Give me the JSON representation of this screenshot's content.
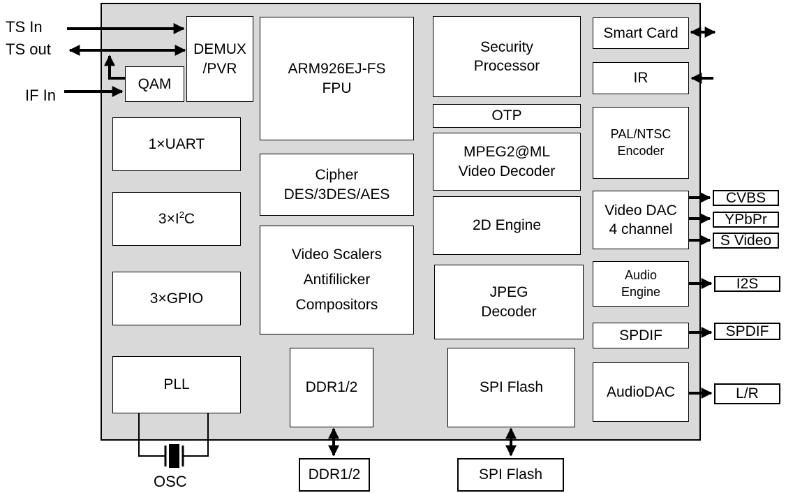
{
  "external_labels": {
    "ts_in": "TS  In",
    "ts_out": "TS out",
    "if_in": "IF In",
    "osc": "OSC"
  },
  "blocks": {
    "demux": "DEMUX\n/PVR",
    "qam": "QAM",
    "arm": "ARM926EJ-FS\nFPU",
    "security": "Security\nProcessor",
    "smart_card": "Smart Card",
    "ir": "IR",
    "uart_prefix": "1×UART",
    "i2c_prefix": "3×I",
    "i2c_sup": "2",
    "i2c_suffix": "C",
    "gpio": "3×GPIO",
    "cipher": "Cipher\nDES/3DES/AES",
    "otp": "OTP",
    "mpeg2": "MPEG2@ML\nVideo Decoder",
    "pal_ntsc": "PAL/NTSC\nEncoder",
    "engine_2d": "2D Engine",
    "video_dac": "Video DAC\n4  channel",
    "video_scalers": "Video Scalers\nAntifilicker\nCompositors",
    "jpeg": "JPEG\nDecoder",
    "audio_engine": "Audio\nEngine",
    "spdif": "SPDIF",
    "pll": "PLL",
    "ddr": "DDR1/2",
    "spi_flash": "SPI Flash",
    "audio_dac": "AudioDAC"
  },
  "outputs": {
    "cvbs": "CVBS",
    "ypbpr": "YPbPr",
    "svideo": "S Video",
    "i2s": "I2S",
    "spdif": "SPDIF",
    "lr": "L/R",
    "ddr": "DDR1/2",
    "spi_flash": "SPI Flash"
  }
}
